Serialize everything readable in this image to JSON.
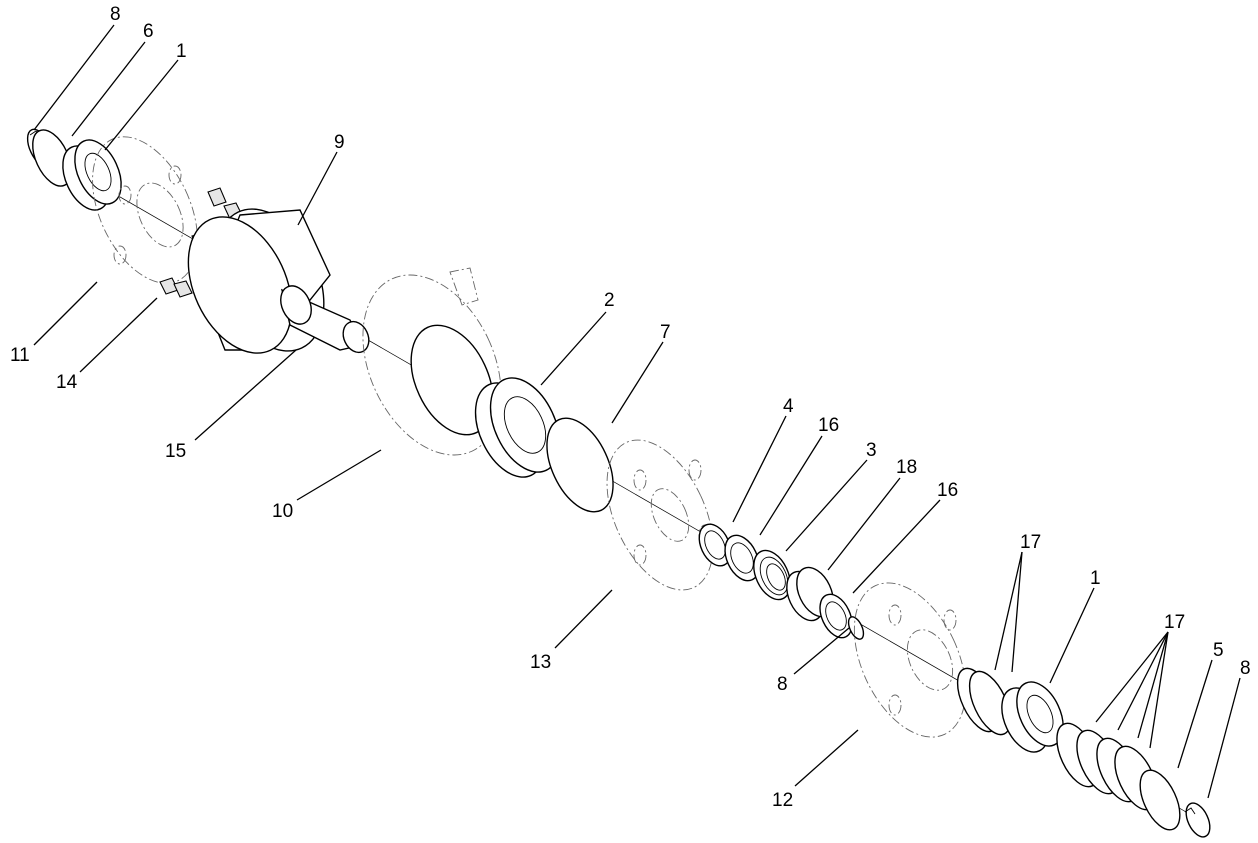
{
  "diagram": {
    "callouts": [
      {
        "id": "c8a",
        "label": "8"
      },
      {
        "id": "c6",
        "label": "6"
      },
      {
        "id": "c1a",
        "label": "1"
      },
      {
        "id": "c9",
        "label": "9"
      },
      {
        "id": "c11",
        "label": "11"
      },
      {
        "id": "c14",
        "label": "14"
      },
      {
        "id": "c15",
        "label": "15"
      },
      {
        "id": "c10",
        "label": "10"
      },
      {
        "id": "c2",
        "label": "2"
      },
      {
        "id": "c7",
        "label": "7"
      },
      {
        "id": "c4",
        "label": "4"
      },
      {
        "id": "c16a",
        "label": "16"
      },
      {
        "id": "c3",
        "label": "3"
      },
      {
        "id": "c18",
        "label": "18"
      },
      {
        "id": "c16b",
        "label": "16"
      },
      {
        "id": "c13",
        "label": "13"
      },
      {
        "id": "c8b",
        "label": "8"
      },
      {
        "id": "c17a",
        "label": "17"
      },
      {
        "id": "c1b",
        "label": "1"
      },
      {
        "id": "c17b",
        "label": "17"
      },
      {
        "id": "c5",
        "label": "5"
      },
      {
        "id": "c8c",
        "label": "8"
      },
      {
        "id": "c12",
        "label": "12"
      }
    ]
  }
}
